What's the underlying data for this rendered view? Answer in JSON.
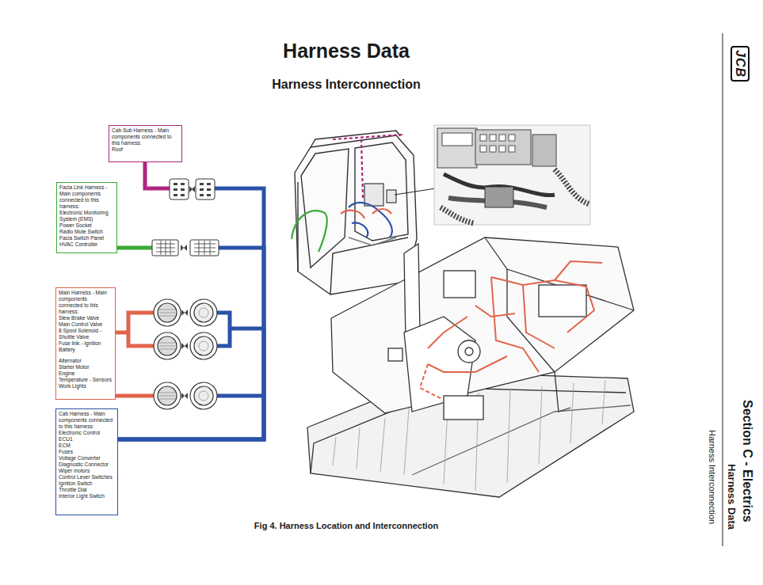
{
  "diagram": {
    "title": "Harness Data",
    "caption": "Fig 4. Harness Location and Interconnection",
    "nodes": [
      {
        "text": [
          "Cab Sub Harness - Main components connected to this harness:",
          "Roof"
        ]
      },
      {
        "text": [
          "Facia Link Harness - Main components connected to this harness:",
          "Electronic Monitoring System (EMS)",
          "Power Socket",
          "Radio Mute Switch",
          "Facia Switch Panel",
          "HVAC Controller"
        ]
      },
      {
        "text": [
          "Main Harness - Main components connected to this harness:",
          "Slew Brake Valve",
          "Main Control Valve",
          "8 Spool Solenoid - Shuttle Valve",
          "Fuse link - Ignition Battery",
          "Alternator",
          "Starter Motor",
          "Engine",
          "Temperature - Sensors",
          "Work Lights"
        ]
      },
      {
        "text": [
          "Cab Harness - Main components connected to this harness:",
          "Electronic Control",
          "ECU1",
          "ECM",
          "Fuses",
          "Voltage Converter",
          "Diagnostic Connector",
          "Wiper motors",
          "Control Lever Switches",
          "Ignition Switch",
          "Throttle Dial",
          "Interior Light Switch"
        ]
      }
    ],
    "edges": [
      {
        "from": 0,
        "to": 3,
        "arrow": "none"
      },
      {
        "from": 1,
        "to": 3,
        "arrow": "none"
      },
      {
        "from": 2,
        "to": 3,
        "arrow": "none"
      }
    ],
    "labels": [
      "Harness Interconnection",
      "JCB",
      "Section C - Electrics",
      "Harness Data",
      "Harness Interconnection"
    ]
  }
}
